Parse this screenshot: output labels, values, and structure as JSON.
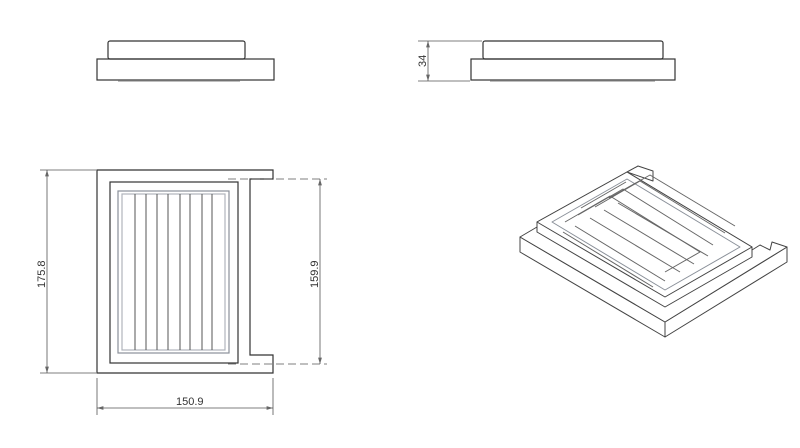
{
  "dimensions": {
    "height_total": "175.8",
    "height_mount": "159.9",
    "width": "150.9",
    "depth": "34"
  },
  "colors": {
    "line": "#333333",
    "light": "#9aa0a8"
  }
}
